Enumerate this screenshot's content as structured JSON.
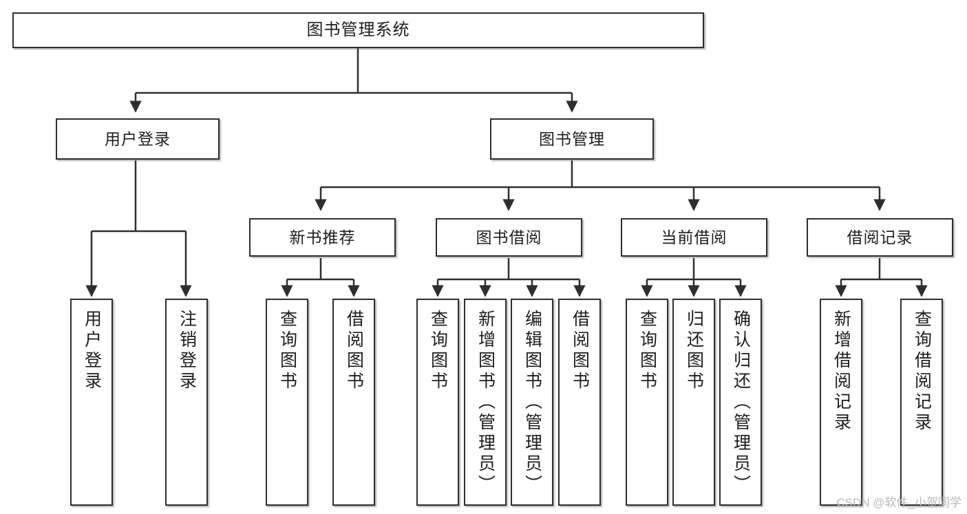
{
  "diagram": {
    "title": "图书管理系统",
    "type": "tree-hierarchy",
    "orientation": "top-down",
    "watermark": "CSDN @软件_小贺同学",
    "colors": {
      "background": "#ffffff",
      "border": "#2e2e2e",
      "text": "#1d1d1d",
      "connector": "#2e2e2e",
      "watermark": "#b9b9b9"
    }
  },
  "nodes": {
    "root": {
      "label": "图书管理系统"
    },
    "level1": [
      {
        "label": "用户登录"
      },
      {
        "label": "图书管理"
      }
    ],
    "level2": [
      {
        "label": "新书推荐"
      },
      {
        "label": "图书借阅"
      },
      {
        "label": "当前借阅"
      },
      {
        "label": "借阅记录"
      }
    ],
    "leaves": {
      "user_login": [
        {
          "label": "用户登录"
        },
        {
          "label": "注销登录"
        }
      ],
      "new_book_recommend": [
        {
          "label": "查询图书"
        },
        {
          "label": "借阅图书"
        }
      ],
      "book_borrow": [
        {
          "label": "查询图书"
        },
        {
          "label": "新增图书（管理员）"
        },
        {
          "label": "编辑图书（管理员）"
        },
        {
          "label": "借阅图书"
        }
      ],
      "current_borrow": [
        {
          "label": "查询图书"
        },
        {
          "label": "归还图书"
        },
        {
          "label": "确认归还（管理员）"
        }
      ],
      "borrow_record": [
        {
          "label": "新增借阅记录"
        },
        {
          "label": "查询借阅记录"
        }
      ]
    }
  }
}
